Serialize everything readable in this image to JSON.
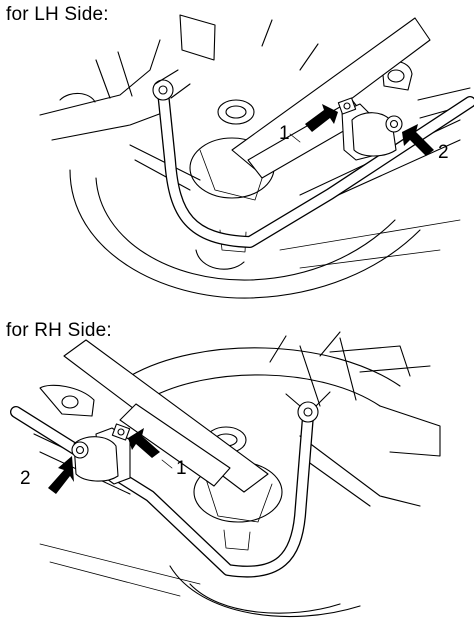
{
  "panels": [
    {
      "heading": "for LH Side:",
      "callouts": {
        "one": "1",
        "two": "2"
      }
    },
    {
      "heading": "for RH Side:",
      "callouts": {
        "one": "1",
        "two": "2"
      }
    }
  ]
}
